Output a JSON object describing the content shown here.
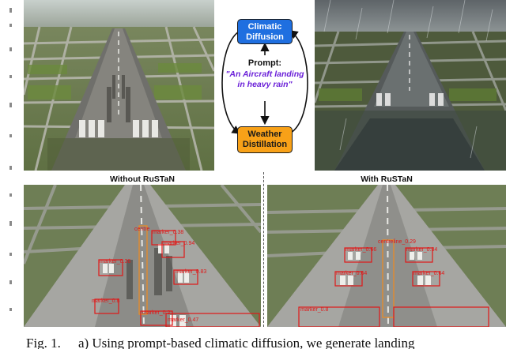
{
  "diagram": {
    "top_node": {
      "line1": "Climatic",
      "line2": "Diffusion",
      "color": "#1f6fe0"
    },
    "prompt_label": "Prompt:",
    "prompt_line1": "\"An Aircraft landing",
    "prompt_line2": "in heavy rain\"",
    "bottom_node": {
      "line1": "Weather",
      "line2": "Distillation",
      "color": "#f8a118"
    },
    "prompt_color": "#6a1fd8"
  },
  "sections": {
    "left_title": "Without RuSTaN",
    "right_title": "With RuSTaN"
  },
  "detections_left": [
    {
      "label": "centre"
    },
    {
      "label": "marker_0.38"
    },
    {
      "label": "marker_0.94"
    },
    {
      "label": "marker_0.36"
    },
    {
      "label": "marker_0.83"
    },
    {
      "label": "marker_0.8"
    },
    {
      "label": "marker_0.2"
    },
    {
      "label": "marker_0.47"
    }
  ],
  "detections_right": [
    {
      "label": "centreline_0.29"
    },
    {
      "label": "marker_0.66"
    },
    {
      "label": "marker_0.34"
    },
    {
      "label": "marker_0.64"
    },
    {
      "label": "marker_0.64"
    },
    {
      "label": "marker_0.8"
    }
  ],
  "caption": {
    "fig": "Fig. 1.",
    "text": "a) Using prompt-based climatic diffusion, we generate landing"
  },
  "colors": {
    "detection_box": "#e01818",
    "centerline_box": "#f08a1e"
  }
}
